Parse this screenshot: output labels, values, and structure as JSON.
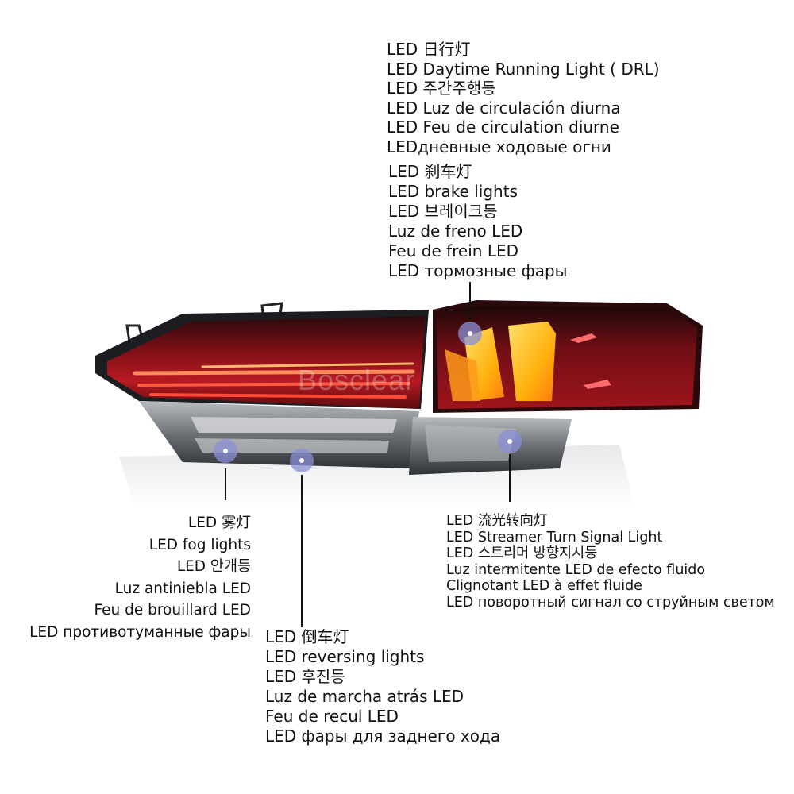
{
  "watermark": "Bosclear",
  "callouts": {
    "drl": [
      "LED 日行灯",
      "LED Daytime Running Light ( DRL)",
      "LED 주간주행등",
      "LED Luz de circulación diurna",
      "LED Feu de circulation diurne",
      "LEDдневные ходовые огни"
    ],
    "brake": [
      "LED 刹车灯",
      "LED brake lights",
      "LED 브레이크등",
      "Luz de freno LED",
      "Feu de frein LED",
      "LED тормозные фары"
    ],
    "fog": [
      "LED 雾灯",
      "LED fog lights",
      "LED 안개등",
      "Luz antiniebla LED",
      "Feu de brouillard LED",
      "LED противотуманные фары"
    ],
    "reversing": [
      "LED 倒车灯",
      "LED reversing lights",
      "LED 후진등",
      "Luz de marcha atrás LED",
      "Feu de recul LED",
      "LED фары для заднего хода"
    ],
    "turn": [
      "LED 流光转向灯",
      "LED Streamer Turn Signal Light",
      "LED 스트리머 방향지시등",
      "Luz intermitente LED de efecto fluido",
      "Clignotant LED à effet fluide",
      "LED поворотный сигнал со струйным светом"
    ]
  },
  "colors": {
    "lens_red": "#a3121c",
    "lens_dark": "#3a0c10",
    "drl_amber": "#ffc21c",
    "marker_blue": "#8a8fd6",
    "smoke_grey": "#8a8d92"
  }
}
